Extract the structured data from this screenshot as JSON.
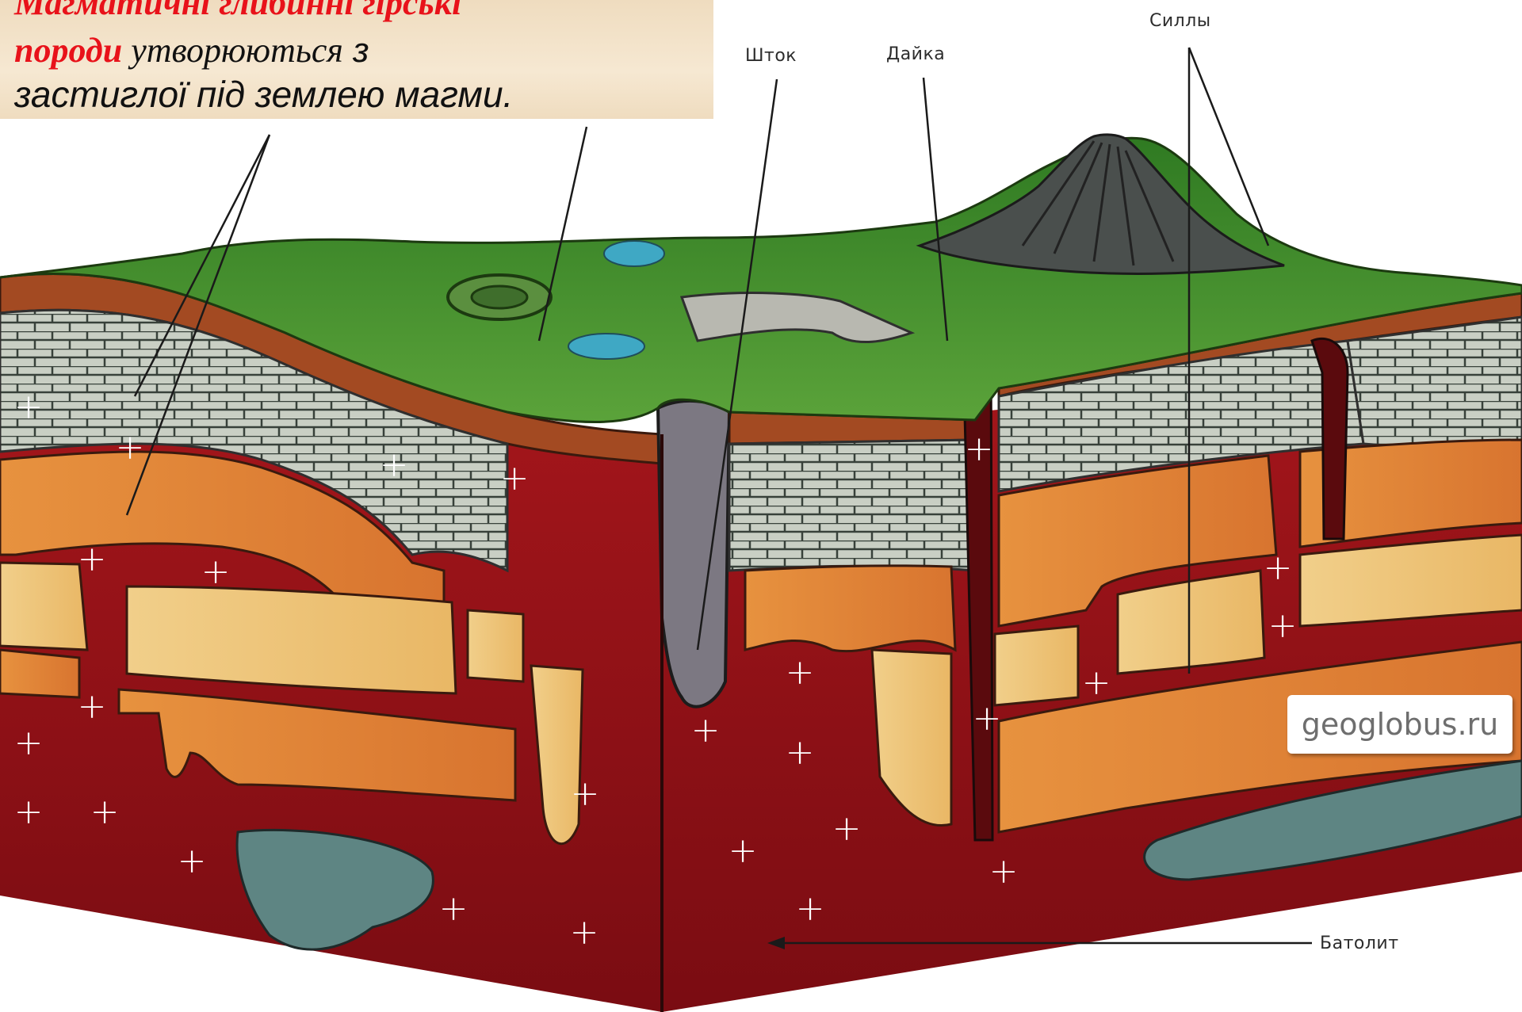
{
  "caption": {
    "line1": "Магматичні глибинні гірські",
    "line2_red": "породи",
    "line2_rest": " утворюються",
    "line2_z": " з",
    "line3": "застиглої під землею магми."
  },
  "labels": {
    "stock": "Шток",
    "dike": "Дайка",
    "sills": "Силлы",
    "batholith": "Батолит"
  },
  "watermark": "geoglobus.ru",
  "plus_symbol": "+",
  "colors": {
    "caption_red": "#e8121a",
    "magma": "#8b1016",
    "grass": "#3f8f2c",
    "limestone": "#c9cfc4",
    "orange_layer": "#e08a3a",
    "yellow_layer": "#edc27a",
    "brown_layer": "#b8552a",
    "intrusion": "#5e7e7e"
  }
}
